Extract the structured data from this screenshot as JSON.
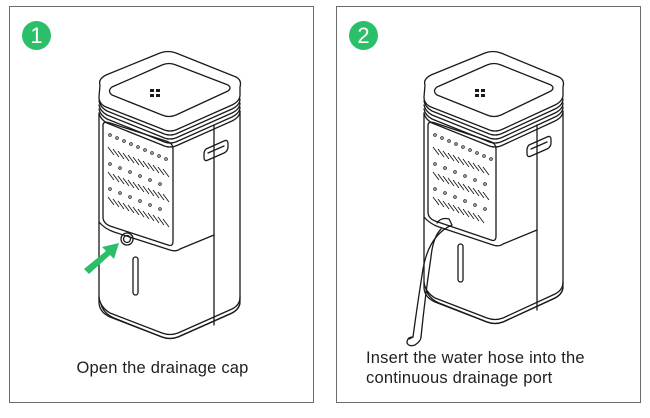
{
  "steps": [
    {
      "number": "1",
      "caption": "Open the drainage cap",
      "illustration": "dehumidifier-drainage-cap",
      "pointer": "green-arrow"
    },
    {
      "number": "2",
      "caption_line1": "Insert the water hose into the",
      "caption_line2": "continuous drainage port",
      "illustration": "dehumidifier-with-hose"
    }
  ],
  "colors": {
    "accent": "#2bbf6a",
    "border": "#6b6b6b",
    "text": "#1f1f1f",
    "line": "#1a1a1a"
  }
}
